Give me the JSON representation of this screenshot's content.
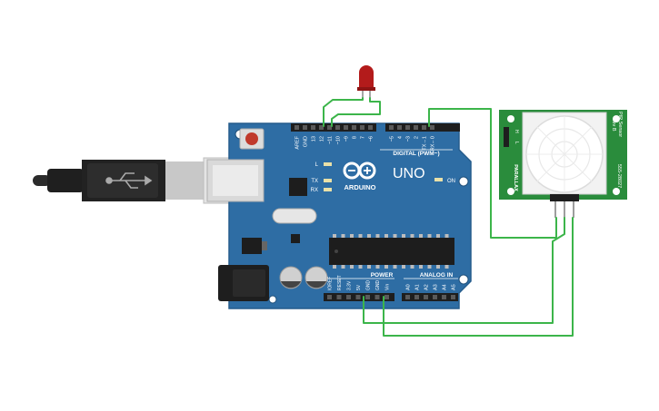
{
  "board": {
    "brand": "ARDUINO",
    "model": "UNO",
    "digital_header": "DIGITAL (PWM~)",
    "power_header": "POWER",
    "analog_header": "ANALOG IN",
    "on_label": "ON",
    "led_labels": [
      "L",
      "TX",
      "RX"
    ],
    "digital_pins": [
      "AREF",
      "GND",
      "13",
      "12",
      "~11",
      "~10",
      "~9",
      "8",
      "7",
      "~6",
      "~5",
      "4",
      "~3",
      "2",
      "TX→1",
      "RX←0"
    ],
    "power_pins": [
      "IOREF",
      "RESET",
      "3.3V",
      "5V",
      "GND",
      "GND",
      "Vin"
    ],
    "analog_pins": [
      "A0",
      "A1",
      "A2",
      "A3",
      "A4",
      "A5"
    ]
  },
  "sensor": {
    "title": "PIR Sensor",
    "revision": "Rev B",
    "part_number": "555-28027",
    "brand": "PARALLAX",
    "jumper_labels": [
      "H",
      "L"
    ]
  },
  "colors": {
    "board": "#2e6da4",
    "wire": "#3cb54a",
    "pcb_green": "#2a8c3c",
    "led": "#b31b1b"
  }
}
